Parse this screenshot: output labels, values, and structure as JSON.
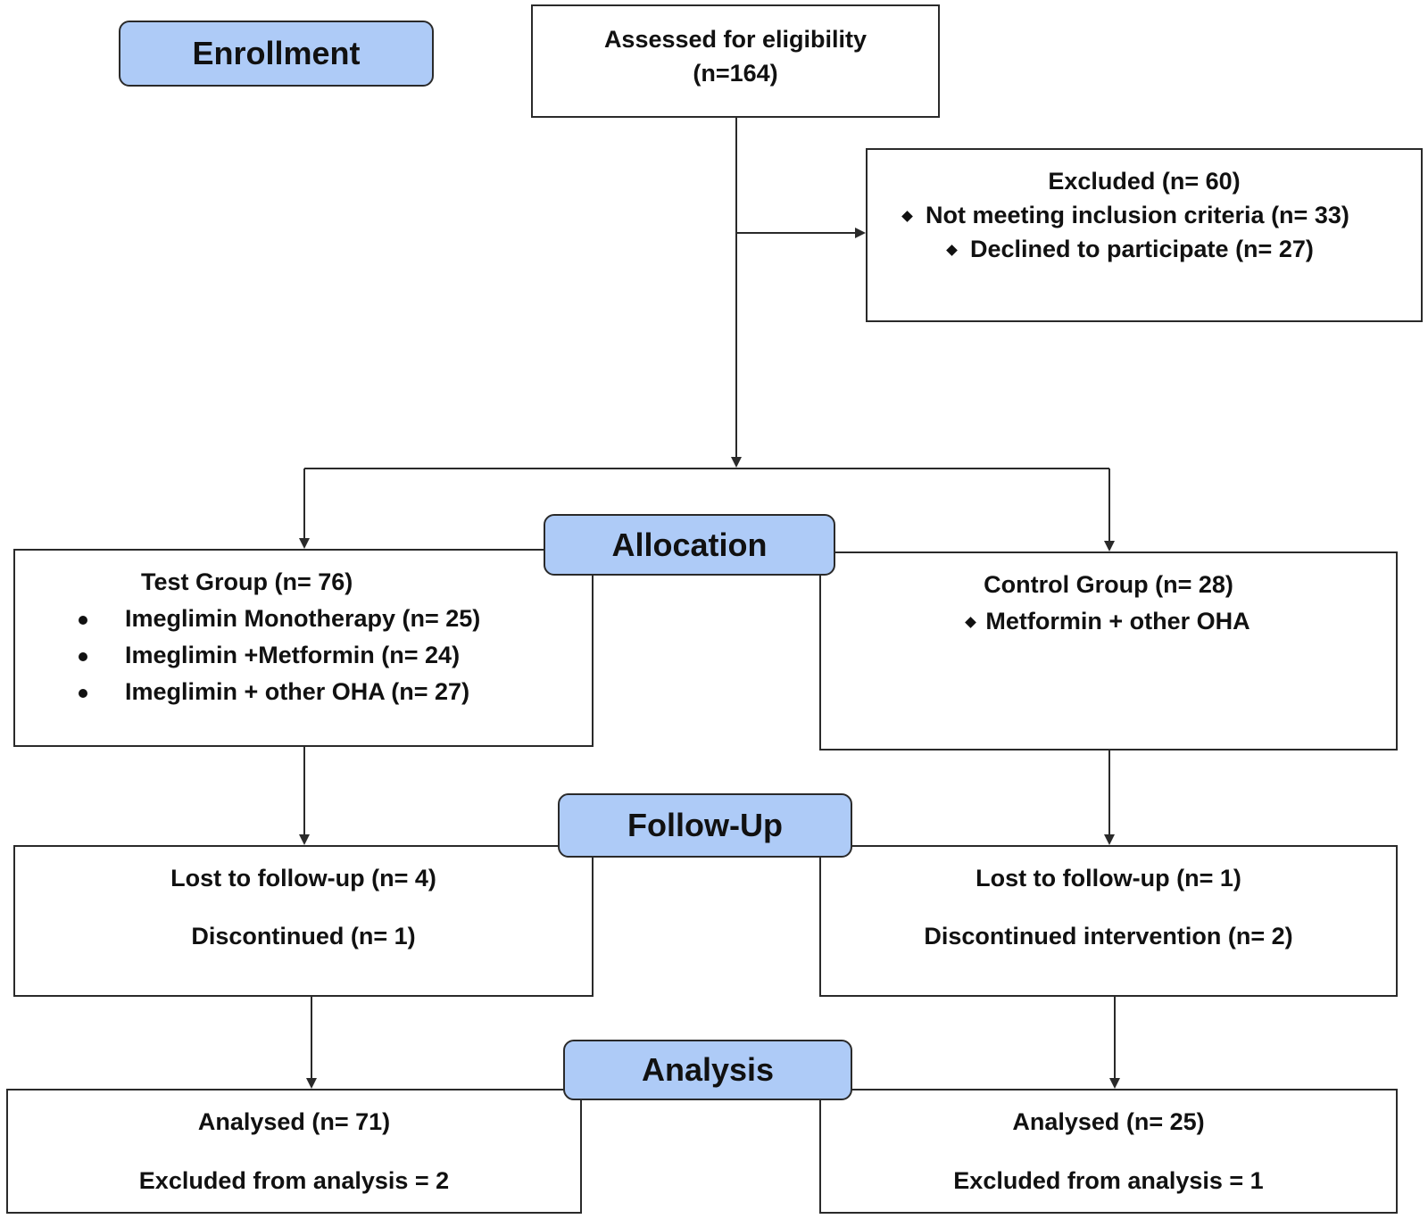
{
  "stages": {
    "enrollment": "Enrollment",
    "allocation": "Allocation",
    "follow_up": "Follow-Up",
    "analysis": "Analysis"
  },
  "assessed": {
    "title": "Assessed for eligibility",
    "count": "(n=164)"
  },
  "excluded": {
    "title": "Excluded (n= 60)",
    "items": [
      "Not meeting inclusion criteria (n= 33)",
      "Declined to participate (n= 27)"
    ]
  },
  "test_group": {
    "title": "Test Group (n= 76)",
    "items": [
      "Imeglimin Monotherapy  (n= 25)",
      "Imeglimin +Metformin (n= 24)",
      "Imeglimin + other OHA  (n= 27)"
    ],
    "lost": "Lost to follow-up (n= 4)",
    "discontinued": "Discontinued (n= 1)",
    "analysed": "Analysed (n= 71)",
    "excluded_analysis": "Excluded from analysis = 2"
  },
  "control_group": {
    "title": "Control Group (n= 28)",
    "items": [
      "Metformin + other OHA"
    ],
    "lost": "Lost to follow-up (n= 1)",
    "discontinued": "Discontinued intervention (n= 2)",
    "analysed": "Analysed (n= 25)",
    "excluded_analysis": "Excluded from analysis = 1"
  }
}
